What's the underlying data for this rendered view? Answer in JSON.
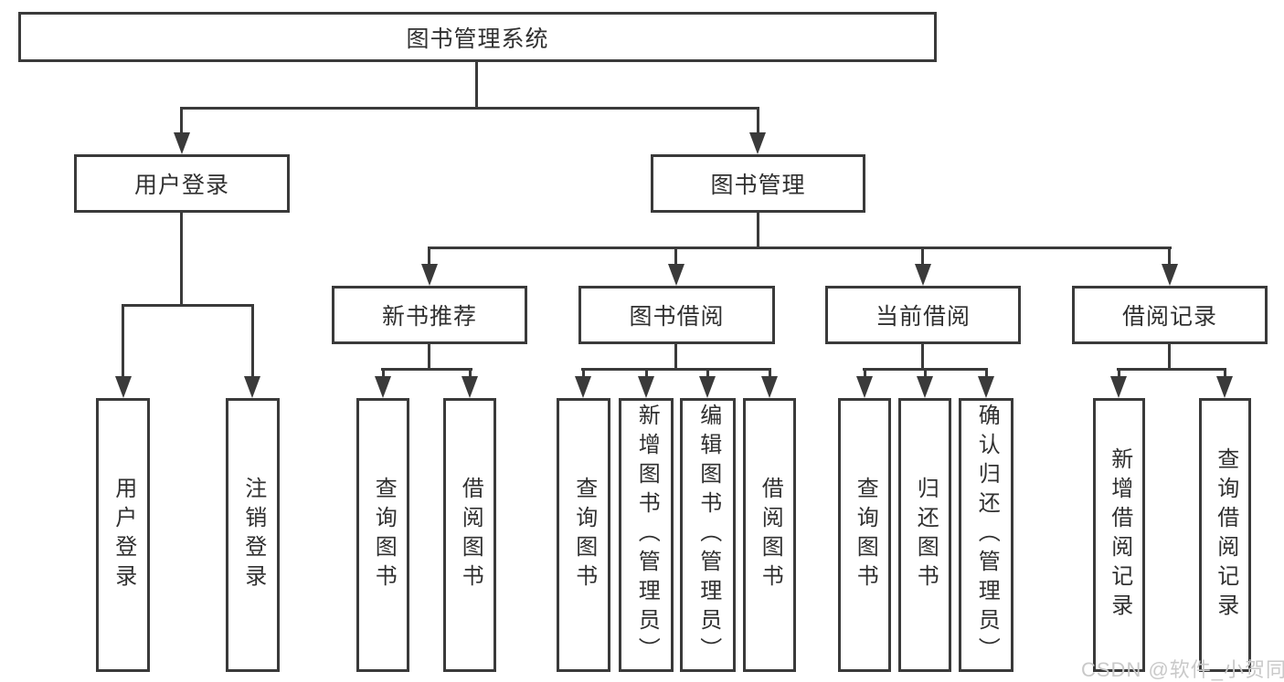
{
  "diagram": {
    "type": "tree",
    "root": {
      "label": "图书管理系统"
    },
    "branches": [
      {
        "label": "用户登录",
        "children": [
          {
            "label": "用户登录"
          },
          {
            "label": "注销登录"
          }
        ]
      },
      {
        "label": "图书管理",
        "children": [
          {
            "label": "新书推荐",
            "children": [
              {
                "label": "查询图书"
              },
              {
                "label": "借阅图书"
              }
            ]
          },
          {
            "label": "图书借阅",
            "children": [
              {
                "label": "查询图书"
              },
              {
                "label": "新增图书（管理员）"
              },
              {
                "label": "编辑图书（管理员）"
              },
              {
                "label": "借阅图书"
              }
            ]
          },
          {
            "label": "当前借阅",
            "children": [
              {
                "label": "查询图书"
              },
              {
                "label": "归还图书"
              },
              {
                "label": "确认归还（管理员）"
              }
            ]
          },
          {
            "label": "借阅记录",
            "children": [
              {
                "label": "新增借阅记录"
              },
              {
                "label": "查询借阅记录"
              }
            ]
          }
        ]
      }
    ]
  },
  "watermark": {
    "text": "CSDN @软件_小贺同学"
  },
  "colors": {
    "line": "#3a3a3a",
    "text": "#303030",
    "background": "#ffffff",
    "watermark": "#c9c9c9"
  }
}
